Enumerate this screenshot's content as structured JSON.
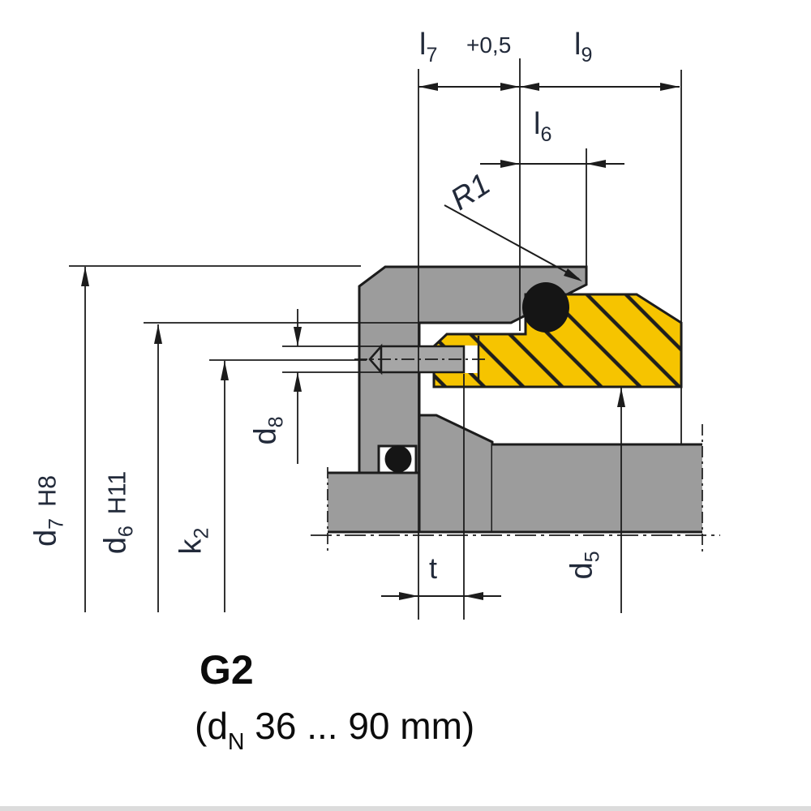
{
  "figure": {
    "dims": {
      "l7": {
        "base": "l",
        "sub": "7"
      },
      "l7_tolerance": "+0,5",
      "l9": {
        "base": "l",
        "sub": "9"
      },
      "l6": {
        "base": "l",
        "sub": "6"
      },
      "r1": "R1",
      "d7": {
        "base": "d",
        "sub": "7",
        "fit": "H8"
      },
      "d6": {
        "base": "d",
        "sub": "6",
        "fit": "H11"
      },
      "k2": {
        "base": "k",
        "sub": "2"
      },
      "d8": {
        "base": "d",
        "sub": "8"
      },
      "t": "t",
      "d5": {
        "base": "d",
        "sub": "5"
      }
    },
    "caption": {
      "model": "G2",
      "range_prefix": "(d",
      "range_sub": "N",
      "range_suffix": " 36 ... 90 mm)"
    },
    "colors": {
      "part_gray": "#9c9c9c",
      "pin_gray": "#a6a6a6",
      "seat_yellow": "#f6c400",
      "oring": "#151515",
      "line": "#1c1c1c",
      "label": "#222a3a"
    }
  }
}
